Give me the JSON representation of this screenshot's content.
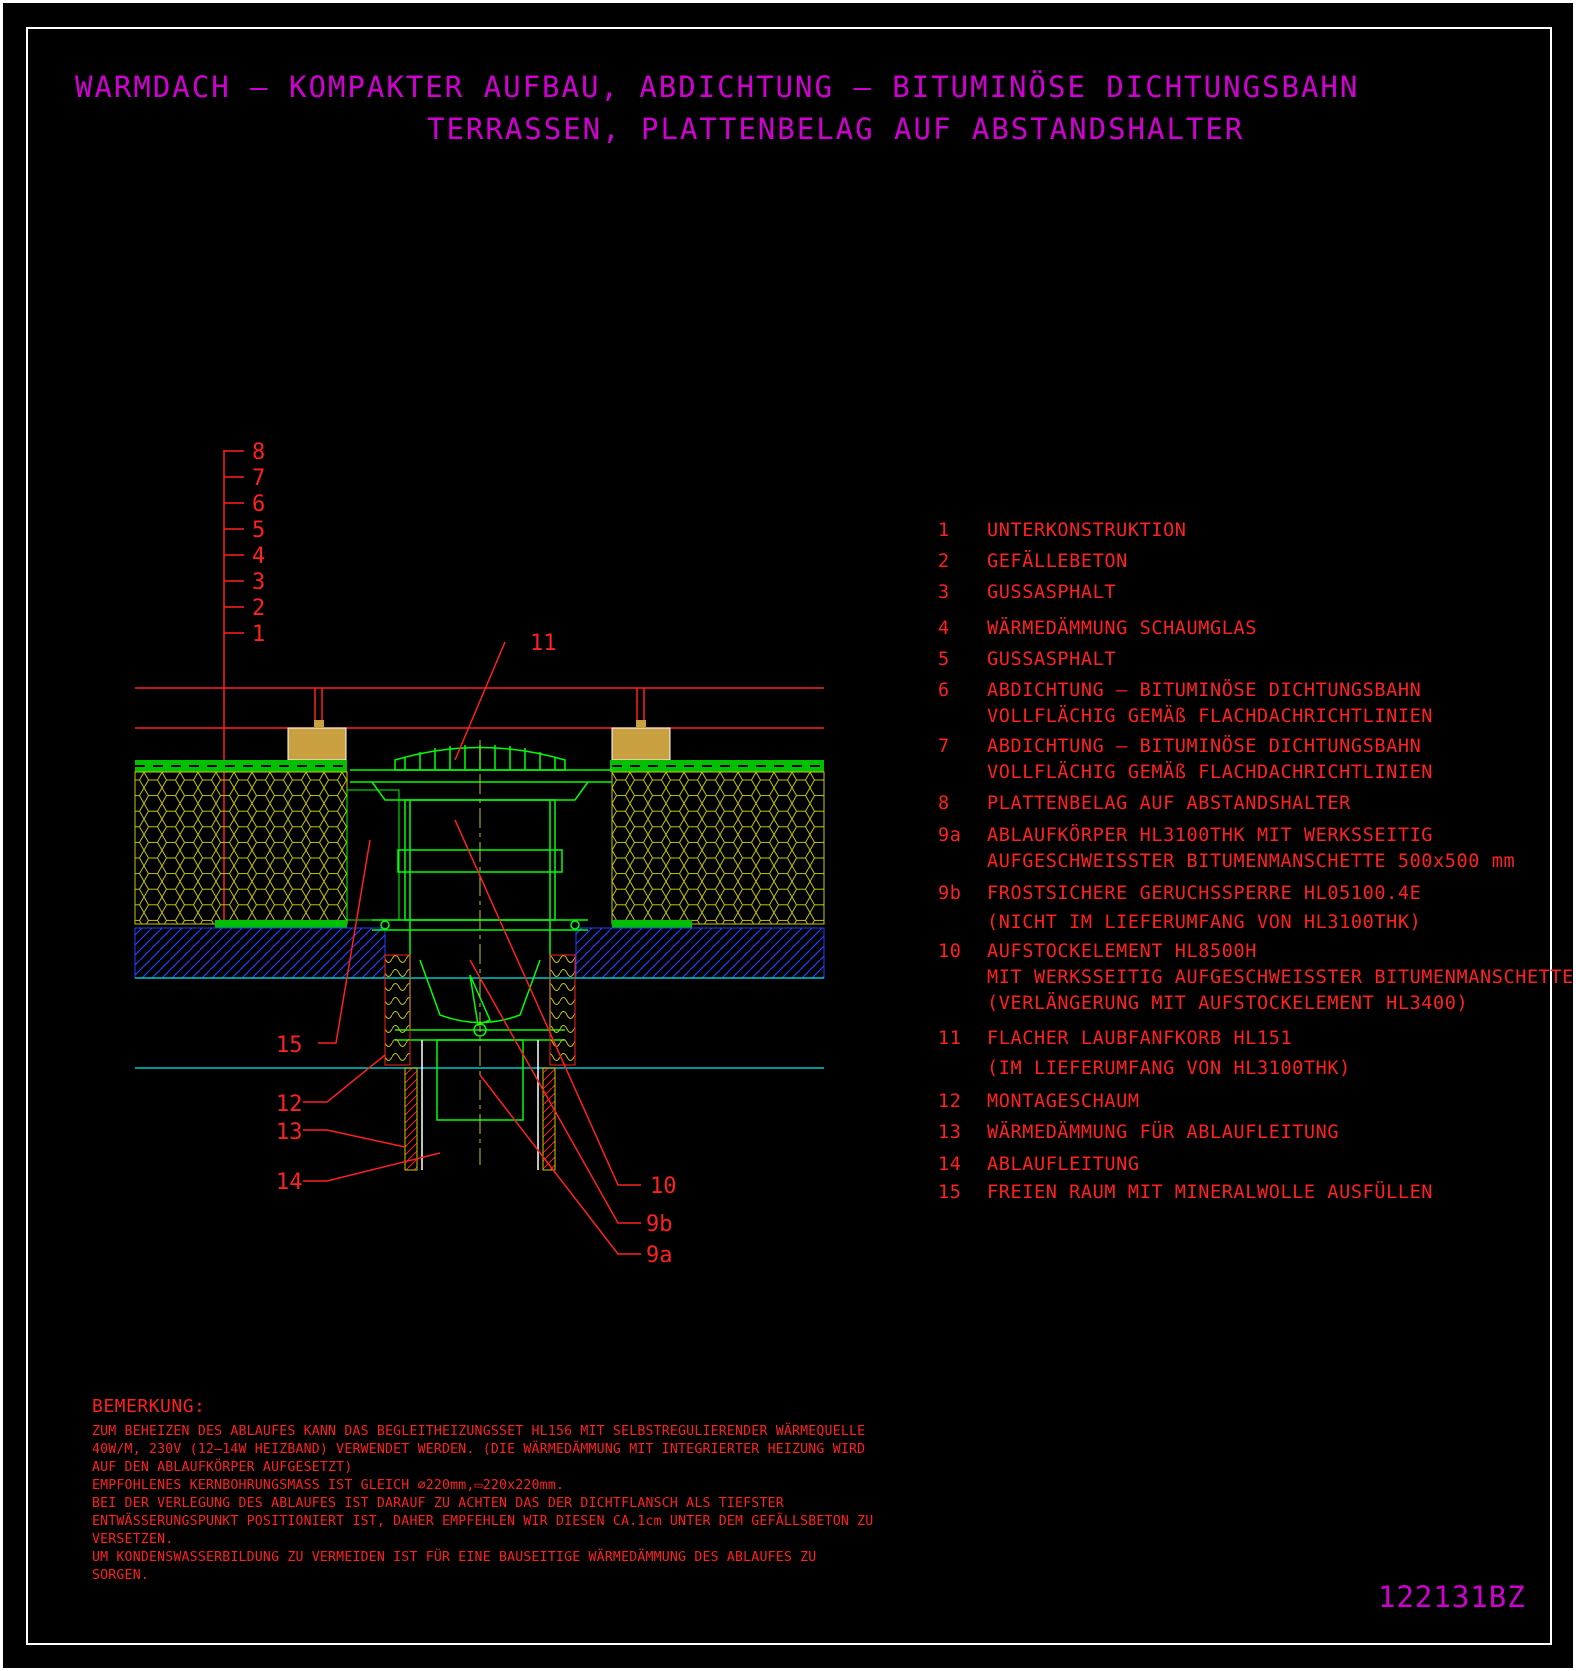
{
  "title": {
    "line1": "WARMDACH – KOMPAKTER AUFBAU, ABDICHTUNG – BITUMINÖSE DICHTUNGSBAHN",
    "line2": "TERRASSEN, PLATTENBELAG AUF ABSTANDSHALTER"
  },
  "legend": [
    {
      "num": "1",
      "text": "UNTERKONSTRUKTION"
    },
    {
      "num": "2",
      "text": "GEFÄLLEBETON"
    },
    {
      "num": "3",
      "text": "GUSSASPHALT"
    },
    {
      "num": "4",
      "text": "WÄRMEDÄMMUNG SCHAUMGLAS"
    },
    {
      "num": "5",
      "text": "GUSSASPHALT"
    },
    {
      "num": "6",
      "text": "ABDICHTUNG – BITUMINÖSE DICHTUNGSBAHN"
    },
    {
      "num": "",
      "text": "VOLLFLÄCHIG GEMÄß FLACHDACHRICHTLINIEN"
    },
    {
      "num": "7",
      "text": "ABDICHTUNG – BITUMINÖSE DICHTUNGSBAHN"
    },
    {
      "num": "",
      "text": "VOLLFLÄCHIG GEMÄß FLACHDACHRICHTLINIEN"
    },
    {
      "num": "8",
      "text": "PLATTENBELAG AUF ABSTANDSHALTER"
    },
    {
      "num": "9a",
      "text": "ABLAUFKÖRPER HL3100THK MIT WERKSSEITIG"
    },
    {
      "num": "",
      "text": "AUFGESCHWEISSTER BITUMENMANSCHETTE 500x500 mm"
    },
    {
      "num": "9b",
      "text": "FROSTSICHERE GERUCHSSPERRE HL05100.4E"
    },
    {
      "num": "",
      "text": "(NICHT IM LIEFERUMFANG VON HL3100THK)"
    },
    {
      "num": "10",
      "text": "AUFSTOCKELEMENT HL8500H"
    },
    {
      "num": "",
      "text": "MIT WERKSSEITIG AUFGESCHWEISSTER BITUMENMANSCHETTE"
    },
    {
      "num": "",
      "text": "(VERLÄNGERUNG MIT AUFSTOCKELEMENT HL3400)"
    },
    {
      "num": "11",
      "text": "FLACHER LAUBFANFKORB HL151"
    },
    {
      "num": "",
      "text": "(IM LIEFERUMFANG VON HL3100THK)"
    },
    {
      "num": "12",
      "text": "MONTAGESCHAUM"
    },
    {
      "num": "13",
      "text": "WÄRMEDÄMMUNG FÜR ABLAUFLEITUNG"
    },
    {
      "num": "14",
      "text": "ABLAUFLEITUNG"
    },
    {
      "num": "15",
      "text": "FREIEN RAUM MIT MINERALWOLLE AUSFÜLLEN"
    }
  ],
  "layer_labels": [
    "8",
    "7",
    "6",
    "5",
    "4",
    "3",
    "2",
    "1"
  ],
  "callouts": {
    "c11": "11",
    "c15": "15",
    "c12": "12",
    "c13": "13",
    "c14": "14",
    "c10": "10",
    "c9b": "9b",
    "c9a": "9a"
  },
  "remarks": {
    "heading": "BEMERKUNG:",
    "lines": [
      "ZUM BEHEIZEN DES ABLAUFES KANN DAS BEGLEITHEIZUNGSSET HL156 MIT SELBSTREGULIERENDER WÄRMEQUELLE",
      "40W/M, 230V (12–14W HEIZBAND) VERWENDET WERDEN. (DIE WÄRMEDÄMMUNG MIT INTEGRIERTER HEIZUNG WIRD",
      "AUF DEN ABLAUFKÖRPER AUFGESETZT)",
      "EMPFOHLENES KERNBOHRUNGSMASS IST GLEICH ⌀220mm,▭220x220mm.",
      "BEI DER VERLEGUNG DES ABLAUFES IST DARAUF ZU ACHTEN DAS DER DICHTFLANSCH ALS TIEFSTER",
      "ENTWÄSSERUNGSPUNKT POSITIONIERT IST, DAHER EMPFEHLEN WIR DIESEN CA.1cm UNTER DEM GEFÄLLSBETON ZU",
      "VERSETZEN.",
      "UM KONDENSWASSERBILDUNG ZU VERMEIDEN IST FÜR EINE BAUSEITIGE WÄRMEDÄMMUNG DES ABLAUFES ZU",
      "SORGEN."
    ]
  },
  "drawing_code": "122131BZ",
  "colors": {
    "background": "#000000",
    "title": "#d000d0",
    "text": "#ff2020",
    "insulation": "#c8c800",
    "membrane": "#00ff00",
    "concrete": "#2040ff",
    "cyan": "#00c8c8",
    "spacer": "#c8a040"
  }
}
